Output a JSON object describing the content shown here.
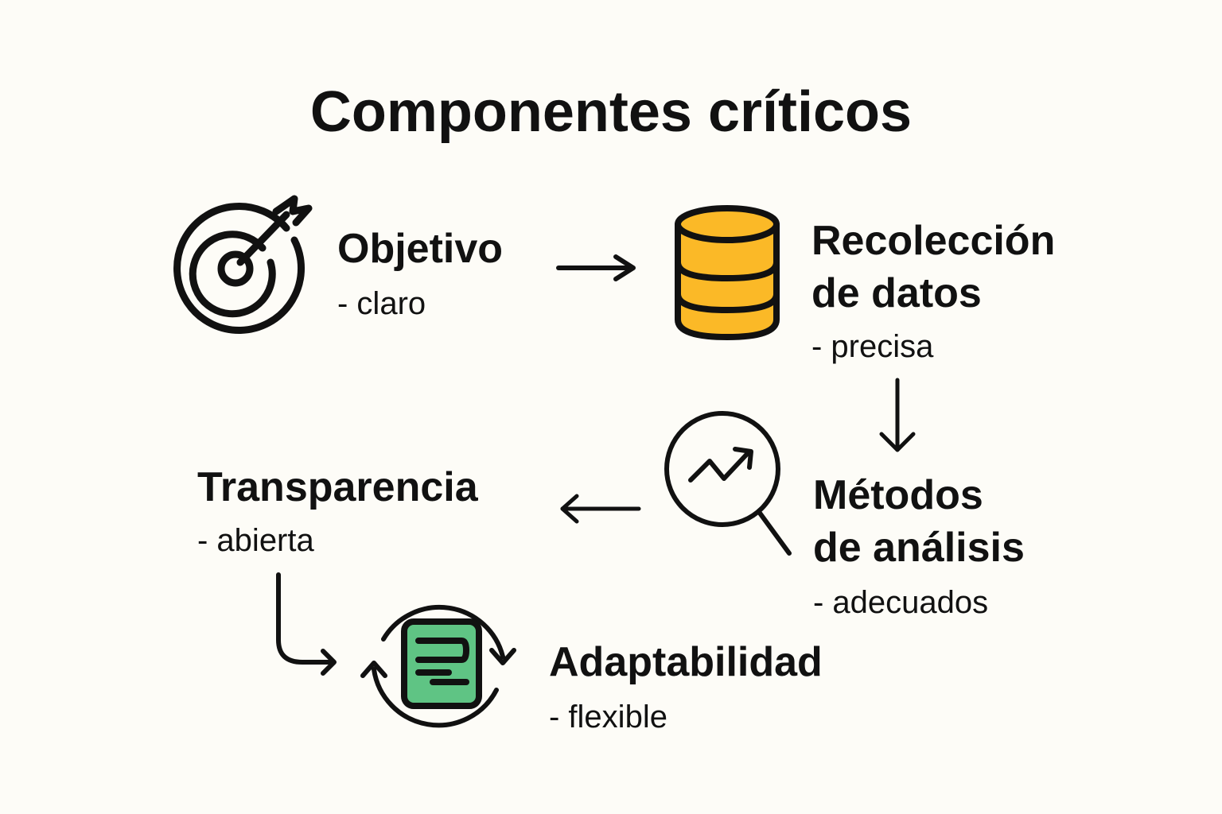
{
  "title": "Componentes críticos",
  "colors": {
    "background": "#FDFCF7",
    "ink": "#111111",
    "database_fill": "#FBB927",
    "document_fill": "#5FC484"
  },
  "nodes": [
    {
      "id": "objetivo",
      "icon": "target-icon",
      "title_lines": [
        "Objetivo"
      ],
      "subtitle": "- claro"
    },
    {
      "id": "recoleccion",
      "icon": "database-icon",
      "title_lines": [
        "Recolección",
        "de datos"
      ],
      "subtitle": "- precisa"
    },
    {
      "id": "metodos",
      "icon": "magnifier-trend-icon",
      "title_lines": [
        "Métodos",
        "de análisis"
      ],
      "subtitle": "- adecuados"
    },
    {
      "id": "transparencia",
      "icon": null,
      "title_lines": [
        "Transparencia"
      ],
      "subtitle": "- abierta"
    },
    {
      "id": "adaptabilidad",
      "icon": "refresh-document-icon",
      "title_lines": [
        "Adaptabilidad"
      ],
      "subtitle": "- flexible"
    }
  ],
  "edges": [
    {
      "from": "objetivo",
      "to": "recoleccion",
      "direction": "right"
    },
    {
      "from": "recoleccion",
      "to": "metodos",
      "direction": "down"
    },
    {
      "from": "metodos",
      "to": "transparencia",
      "direction": "left"
    },
    {
      "from": "transparencia",
      "to": "adaptabilidad",
      "direction": "down-right"
    }
  ]
}
